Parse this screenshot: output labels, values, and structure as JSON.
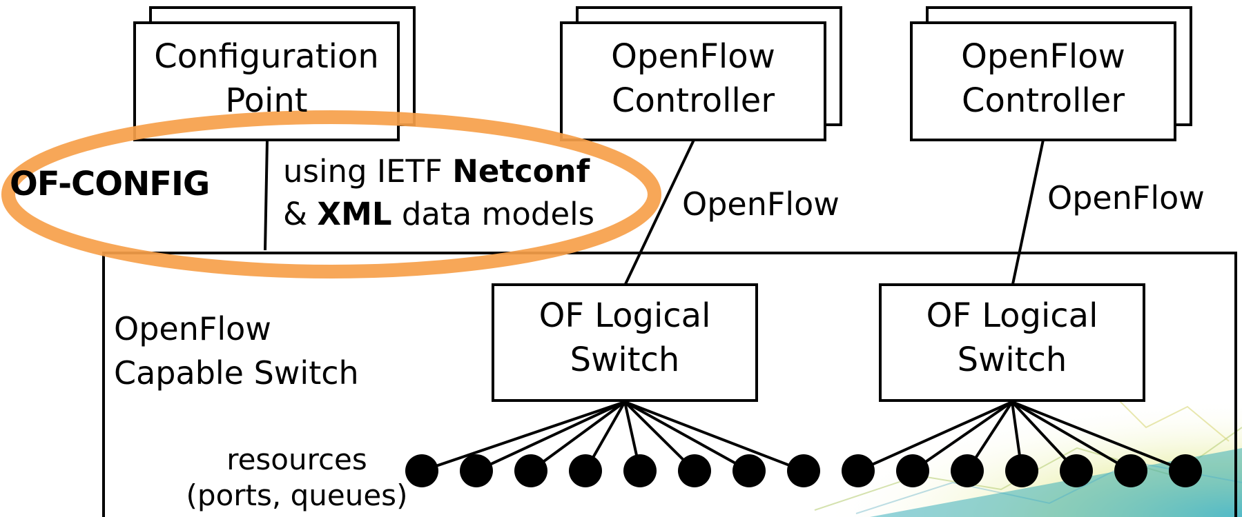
{
  "config_point": {
    "line1": "Configuration",
    "line2": "Point"
  },
  "controller_1": {
    "line1": "OpenFlow",
    "line2": "Controller"
  },
  "controller_2": {
    "line1": "OpenFlow",
    "line2": "Controller"
  },
  "of_config": {
    "label": "OF-CONFIG",
    "text_a": "using IETF ",
    "netconf": "Netconf",
    "amp": "& ",
    "xml": "XML",
    "text_b": " data models"
  },
  "link_1": "OpenFlow",
  "link_2": "OpenFlow",
  "capable_switch": {
    "line1": "OpenFlow",
    "line2": "Capable Switch"
  },
  "logical_switch_1": {
    "line1": "OF Logical",
    "line2": "Switch"
  },
  "logical_switch_2": {
    "line1": "OF Logical",
    "line2": "Switch"
  },
  "resources": {
    "line1": "resources",
    "line2": "(ports, queues)"
  },
  "resource_count": 15,
  "colors": {
    "highlight": "#f6a04a",
    "stroke": "#000000",
    "background": "#ffffff"
  }
}
